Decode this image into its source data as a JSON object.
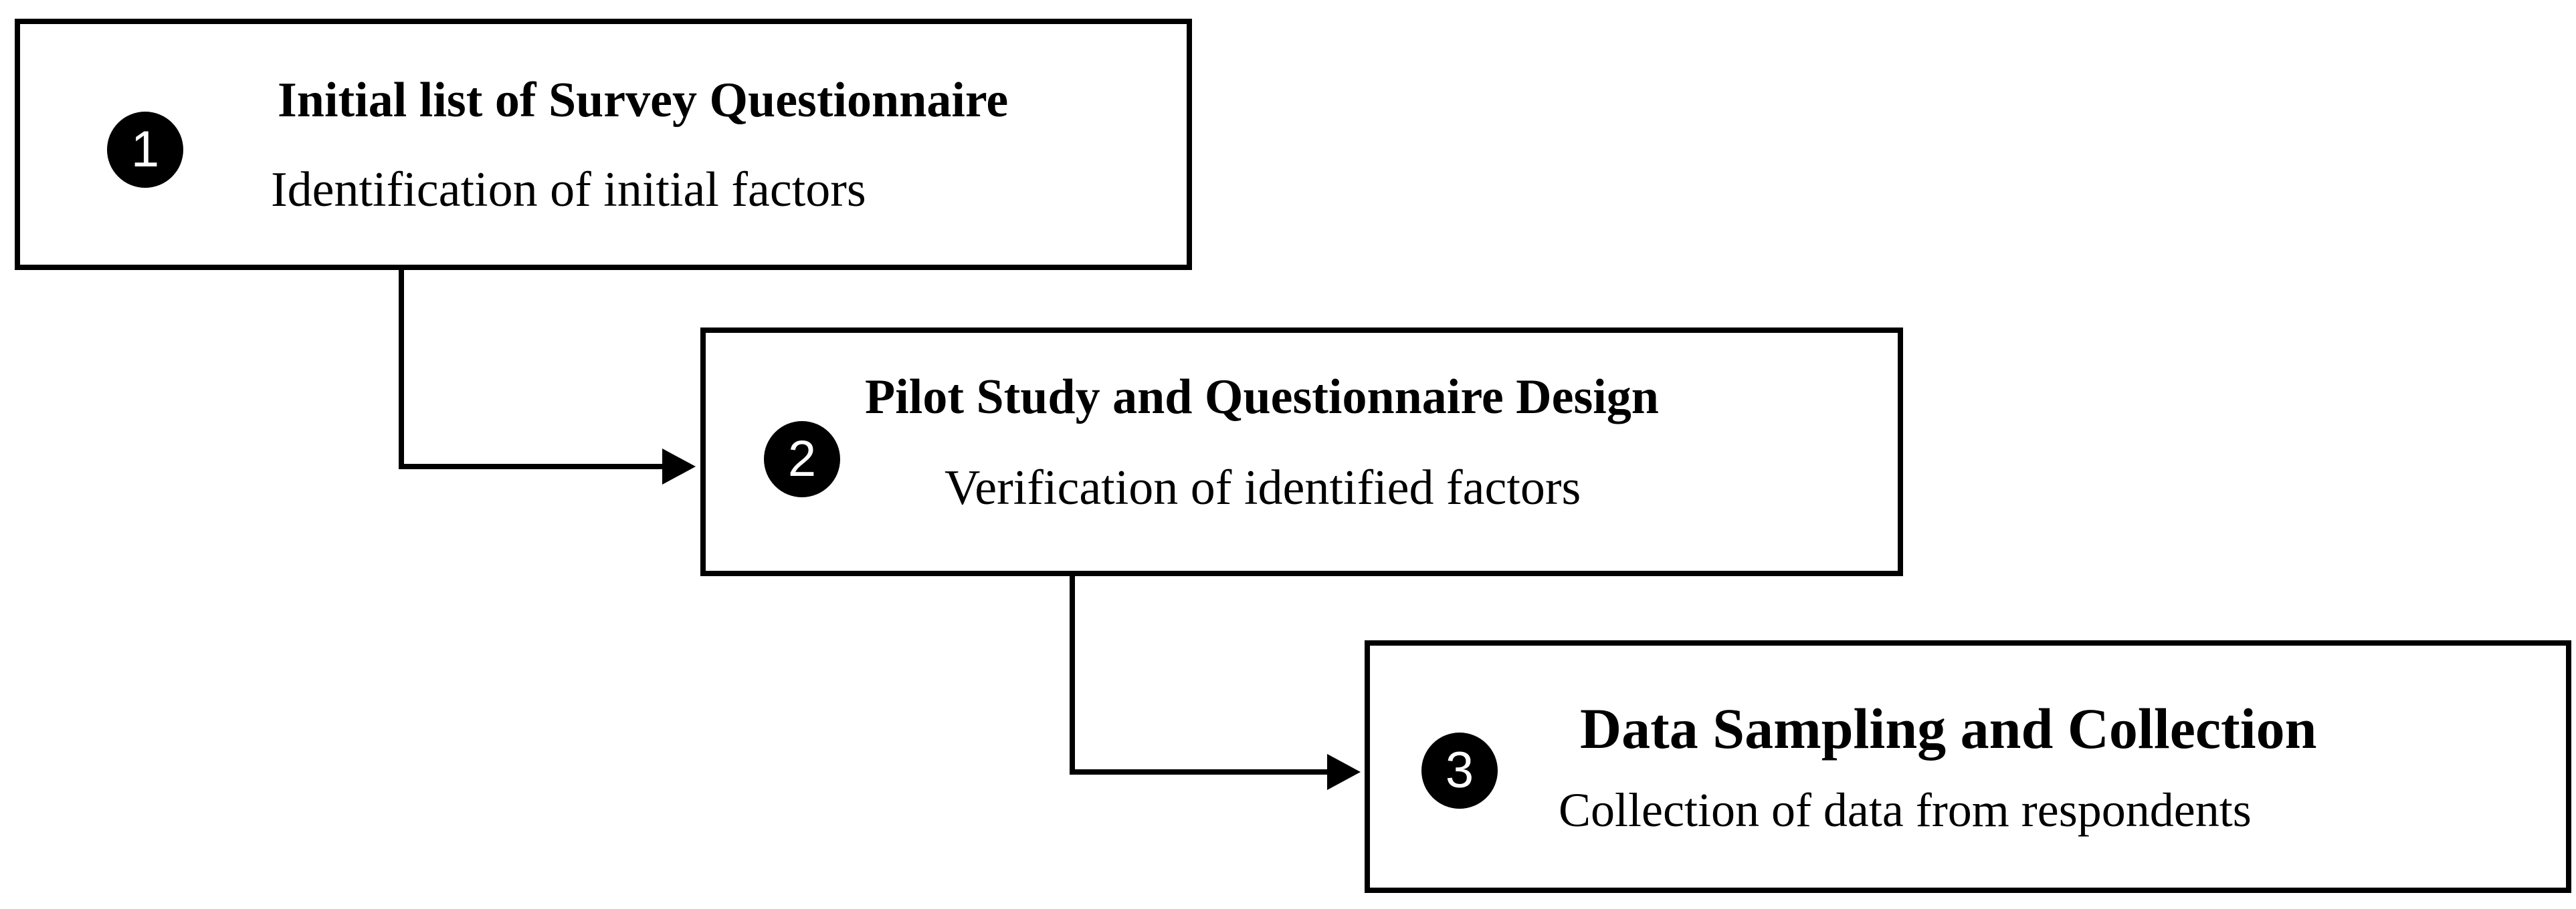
{
  "steps": [
    {
      "number": "1",
      "title": "Initial list of Survey Questionnaire",
      "description": "Identification of initial factors"
    },
    {
      "number": "2",
      "title": "Pilot Study and Questionnaire Design",
      "description": "Verification of identified factors"
    },
    {
      "number": "3",
      "title": "Data Sampling and Collection",
      "description": "Collection of data from respondents"
    }
  ],
  "colors": {
    "stroke": "#000000",
    "badge_fill": "#000000",
    "badge_text": "#ffffff",
    "background": "#ffffff"
  }
}
